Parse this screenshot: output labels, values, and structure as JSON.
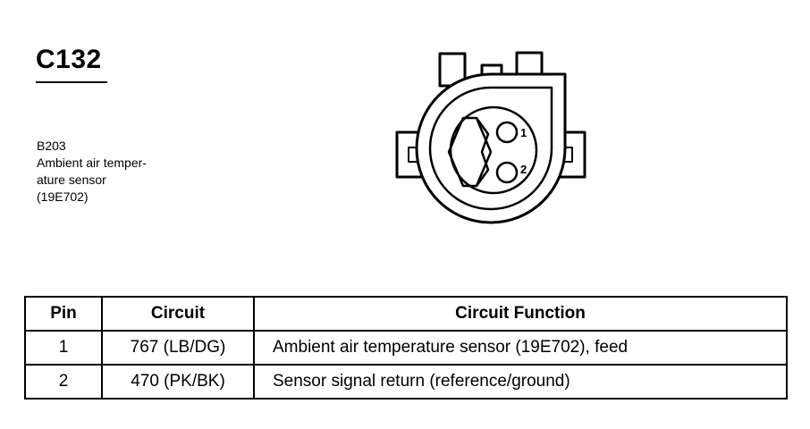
{
  "connector": {
    "id": "C132",
    "description_lines": [
      "B203",
      "Ambient air temper-",
      "ature sensor",
      "(19E702)"
    ],
    "pin_labels": [
      "1",
      "2"
    ]
  },
  "table": {
    "headers": {
      "pin": "Pin",
      "circuit": "Circuit",
      "function": "Circuit Function"
    },
    "rows": [
      {
        "pin": "1",
        "circuit": "767 (LB/DG)",
        "function": "Ambient air temperature sensor (19E702), feed"
      },
      {
        "pin": "2",
        "circuit": "470 (PK/BK)",
        "function": "Sensor signal return (reference/ground)"
      }
    ]
  }
}
